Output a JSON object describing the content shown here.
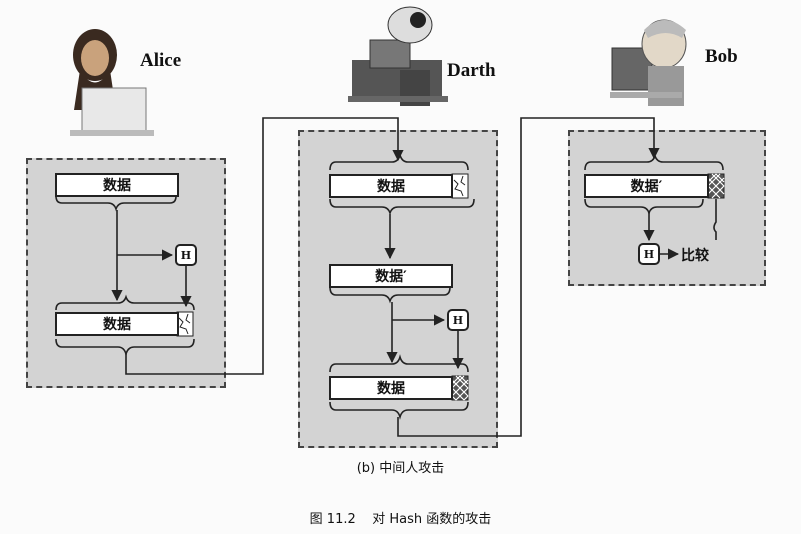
{
  "participants": {
    "alice": "Alice",
    "darth": "Darth",
    "bob": "Bob"
  },
  "labels": {
    "data": "数据",
    "data_modified": "数据′",
    "hash": "H",
    "compare": "比较"
  },
  "captions": {
    "sub": "(b) 中间人攻击",
    "figure": "图 11.2    对 Hash 函数的攻击"
  },
  "colors": {
    "panel_fill": "#d3d3d3",
    "border": "#222222"
  }
}
